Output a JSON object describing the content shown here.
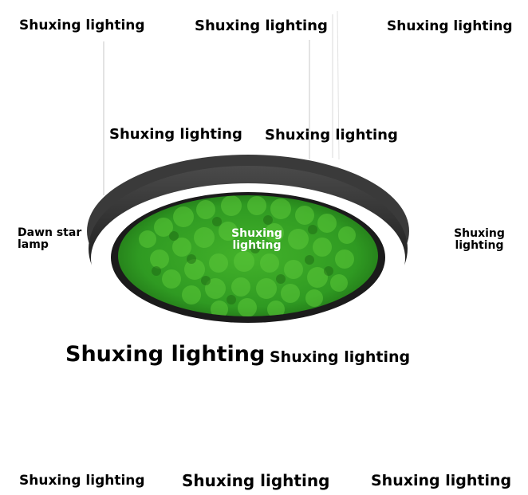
{
  "watermarks": {
    "top_left": "Shuxing lighting",
    "top_center": "Shuxing lighting",
    "top_right": "Shuxing lighting",
    "upper_left": "Shuxing lighting",
    "upper_right": "Shuxing lighting",
    "lamp_center_line1": "Shuxing",
    "lamp_center_line2": "lighting",
    "right_line1": "Shuxing",
    "right_line2": "lighting",
    "lower_large": "Shuxing lighting",
    "lower_right": "Shuxing lighting",
    "bottom_left": "Shuxing lighting",
    "bottom_center": "Shuxing lighting",
    "bottom_right": "Shuxing lighting"
  },
  "product_label": {
    "line1": "Dawn star",
    "line2": "lamp"
  },
  "colors": {
    "background": "#ffffff",
    "lamp_frame": "#2b2b2b",
    "light_ring": "#ffffff",
    "moss": "#2f9a22",
    "suspension_wire": "#cfcfcf",
    "text": "#000000"
  }
}
